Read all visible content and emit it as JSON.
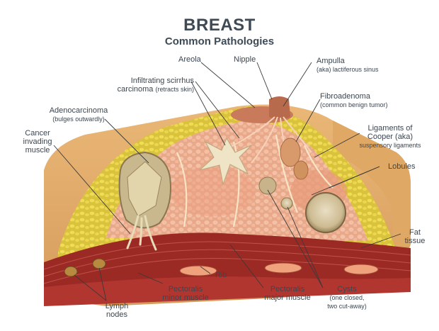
{
  "title": "BREAST",
  "subtitle": "Common Pathologies",
  "labels": {
    "areola": "Areola",
    "nipple": "Nipple",
    "ampulla": "Ampulla",
    "ampulla_sub": "(aka) lactiferous sinus",
    "infiltrating_1": "Infiltrating scirrhus",
    "infiltrating_2": "carcinoma",
    "infiltrating_sub": "(retracts skin)",
    "fibroadenoma": "Fibroadenoma",
    "fibroadenoma_sub": "(common benign tumor)",
    "adenocarcinoma": "Adenocarcinoma",
    "adenocarcinoma_sub": "(bulges outwardly)",
    "cooper_1": "Ligaments of",
    "cooper_2": "Cooper (aka)",
    "cooper_3": "suspensory ligaments",
    "cancer_1": "Cancer",
    "cancer_2": "invading",
    "cancer_3": "muscle",
    "lobules": "Lobules",
    "fat_1": "Fat",
    "fat_2": "tissue",
    "rib": "Rib",
    "pect_minor_1": "Pectoralis",
    "pect_minor_2": "minor muscle",
    "pect_major_1": "Pectoralis",
    "pect_major_2": "major muscle",
    "cysts_1": "Cysts",
    "cysts_2": "(one closed,",
    "cysts_3": "two cut-away)",
    "lymph_1": "Lymph",
    "lymph_2": "nodes"
  },
  "colors": {
    "skin": "#e4ad6c",
    "skin_dark": "#c98e52",
    "fat": "#e6d24a",
    "gland": "#f0b495",
    "muscle": "#a52a2a",
    "leader": "#3a3a3a",
    "text": "#3c4650"
  }
}
